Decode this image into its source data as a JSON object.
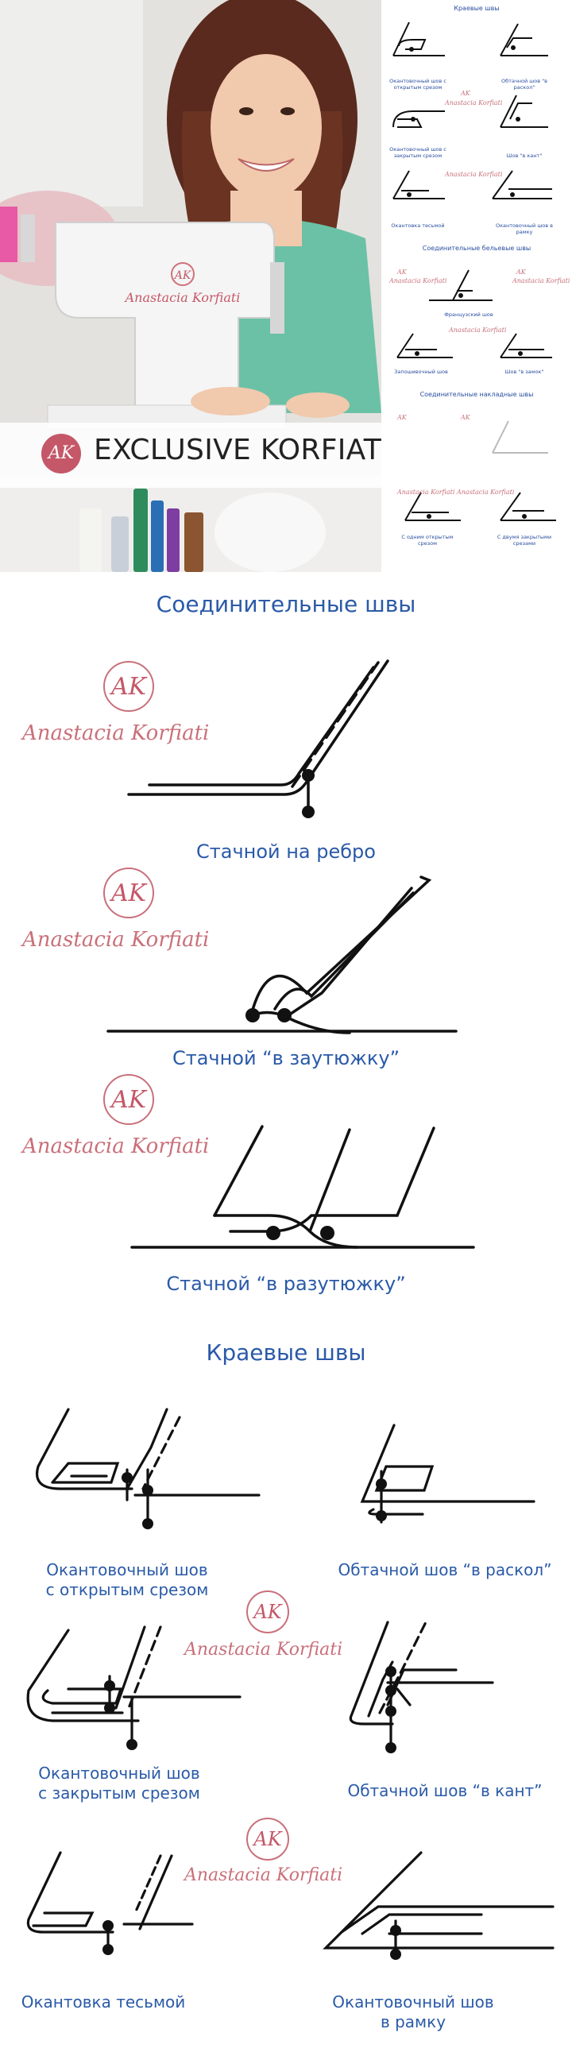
{
  "hero": {
    "banner_text": "EXCLUSIVE KORFIATI.RU",
    "brand": "Anastacia Korfiati",
    "monogram": "AK",
    "thumbnail": {
      "section_edge": "Краевые швы",
      "section_linen": "Соединительные бельевые швы",
      "section_overlay": "Соединительные накладные швы",
      "captions": [
        "Окантовочный шов с открытым срезом",
        "Обтачной шов \"в раскол\"",
        "Окантовочный шов с закрытым срезом",
        "Шов \"в кант\"",
        "Окантовка тесьмой",
        "Окантовочный шов в рамку",
        "Французский шов",
        "Запошивочный шов",
        "Шов \"в замок\"",
        "С одним открытым срезом",
        "С двумя закрытыми срезами"
      ]
    }
  },
  "sections": {
    "connecting": {
      "title": "Соединительные швы",
      "seams": [
        {
          "caption": "Стачной на ребро"
        },
        {
          "caption": "Стачной “в заутюжку”"
        },
        {
          "caption": "Стачной “в разутюжку”"
        }
      ]
    },
    "edge": {
      "title": "Краевые швы",
      "seams": [
        {
          "caption_line1": "Окантовочный шов",
          "caption_line2": "с открытым срезом"
        },
        {
          "caption_line1": "Обтачной шов “в раскол”",
          "caption_line2": ""
        },
        {
          "caption_line1": "Окантовочный шов",
          "caption_line2": "с закрытым срезом"
        },
        {
          "caption_line1": "Обтачной шов “в кант”",
          "caption_line2": ""
        },
        {
          "caption_line1": "Окантовка тесьмой",
          "caption_line2": ""
        },
        {
          "caption_line1": "Окантовочный шов",
          "caption_line2": "в рамку"
        }
      ]
    }
  },
  "colors": {
    "accent": "#2a5aa8",
    "brand": "#c9707a",
    "ink": "#111111"
  }
}
